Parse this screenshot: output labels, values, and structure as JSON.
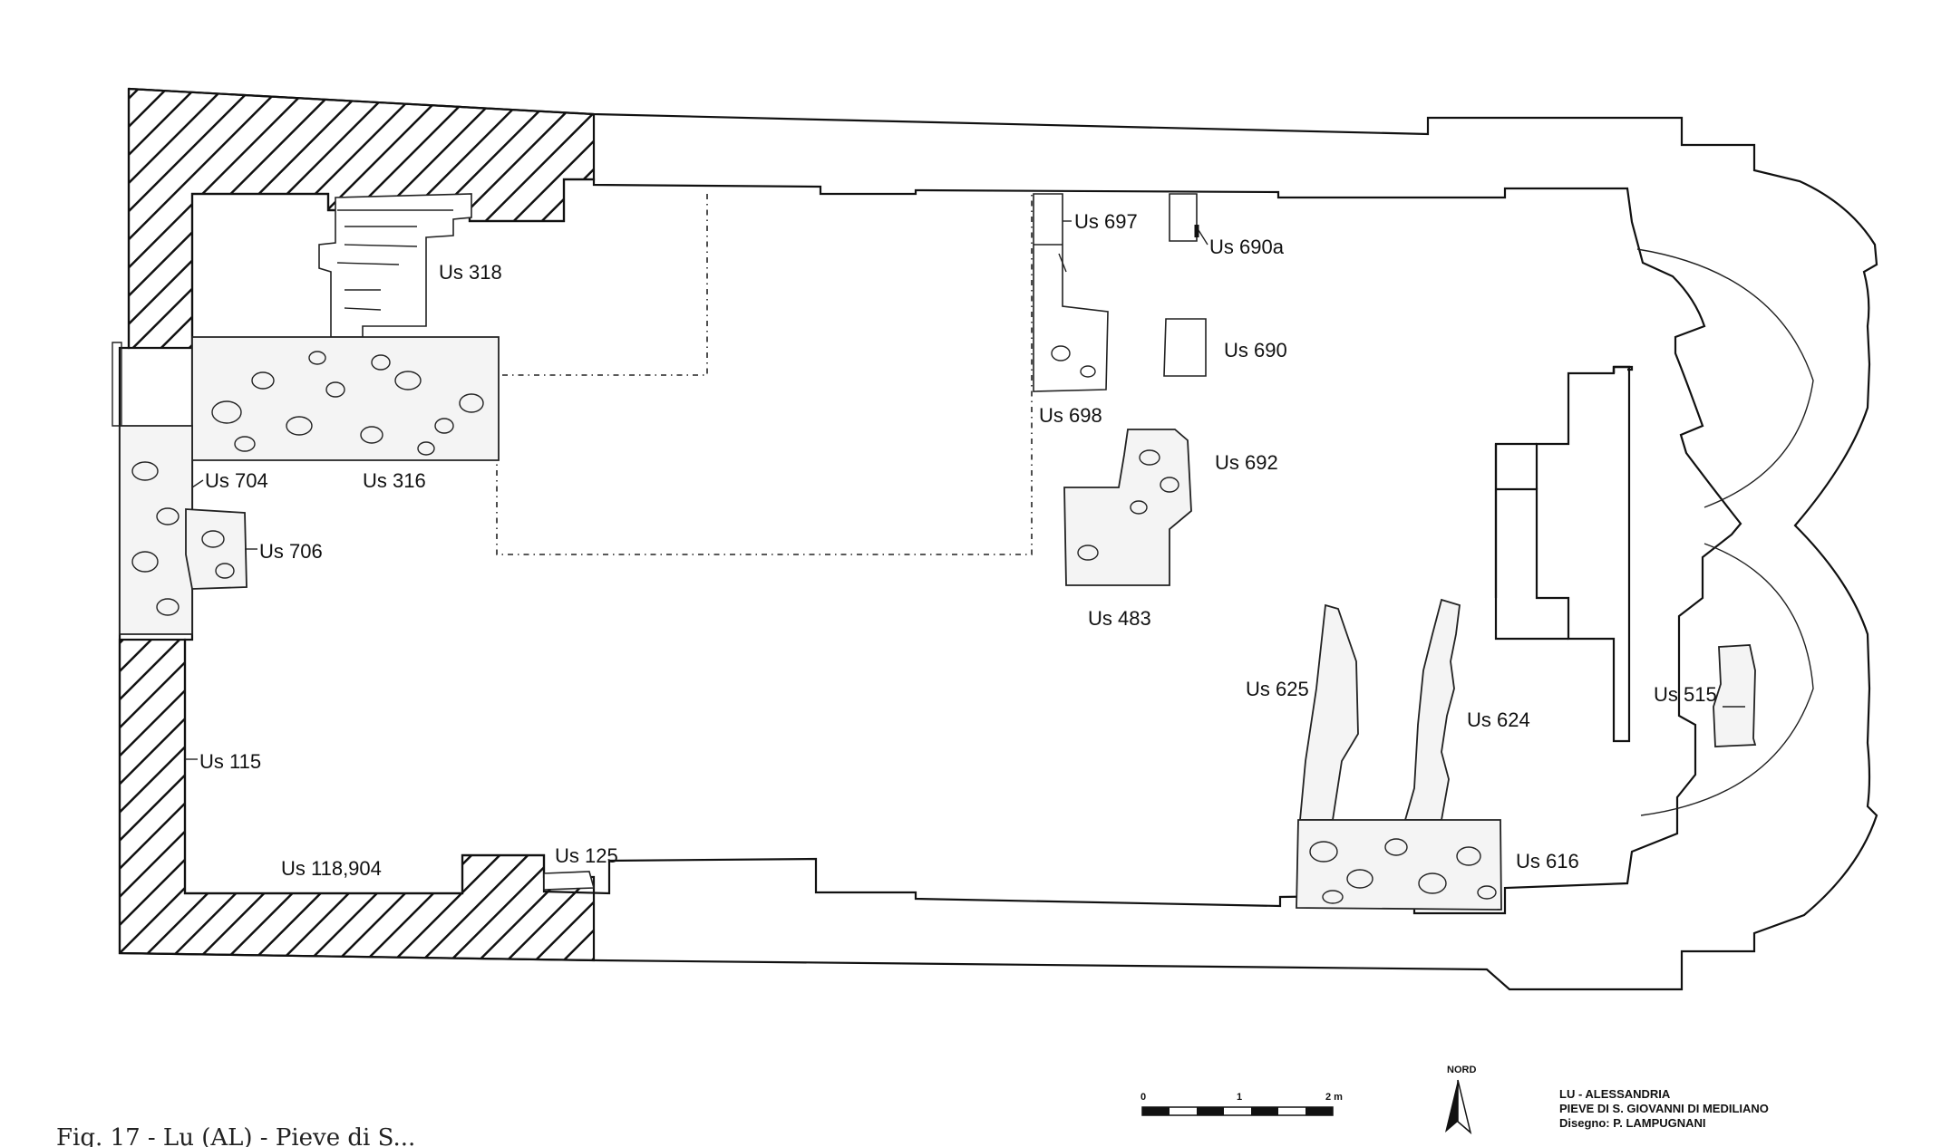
{
  "labels": {
    "us697": "Us 697",
    "us690a": "Us 690a",
    "us318": "Us 318",
    "us690": "Us 690",
    "us698": "Us 698",
    "us692": "Us 692",
    "us704": "Us 704",
    "us316": "Us 316",
    "us706": "Us 706",
    "us483": "Us 483",
    "us625": "Us 625",
    "us624": "Us 624",
    "us515": "Us 515",
    "us115": "Us 115",
    "us125": "Us 125",
    "us118_904": "Us 118,904",
    "us616": "Us 616"
  },
  "scale_bar": {
    "tick_0": "0",
    "tick_1": "1",
    "tick_2": "2 m"
  },
  "north": {
    "label": "NORD"
  },
  "credits": {
    "line1": "LU - ALESSANDRIA",
    "line2": "PIEVE DI S. GIOVANNI DI MEDILIANO",
    "line3": "Disegno: P. LAMPUGNANI"
  },
  "caption": {
    "text": "Fig. 17 - Lu (AL) - Pieve di S..."
  },
  "colors": {
    "ink": "#111111",
    "paper": "#ffffff"
  }
}
